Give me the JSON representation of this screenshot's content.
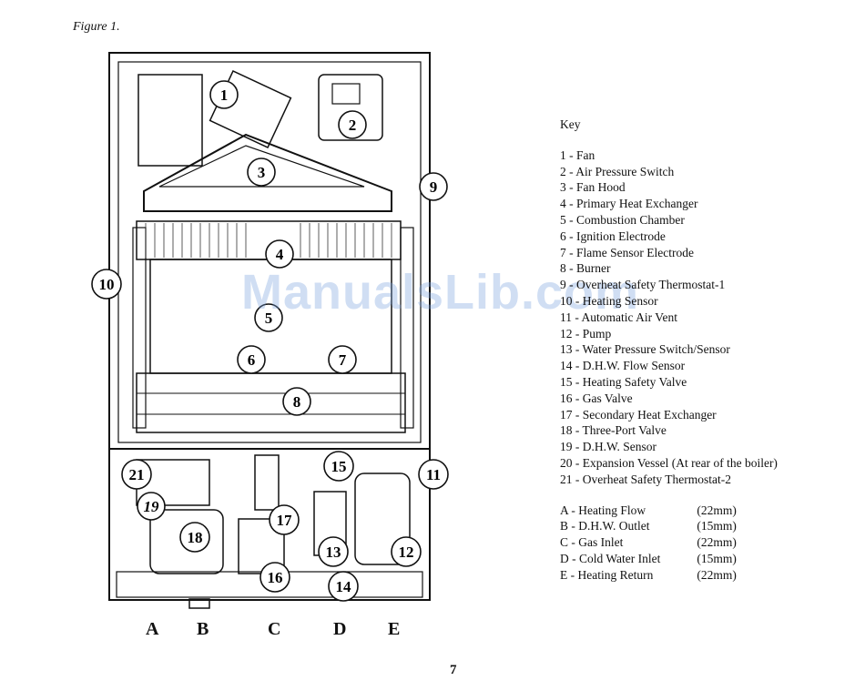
{
  "figure_title": "Figure 1.",
  "key": {
    "title": "Key",
    "items": [
      "1 - Fan",
      "2 - Air Pressure Switch",
      "3 - Fan Hood",
      "4 - Primary Heat Exchanger",
      "5 - Combustion Chamber",
      "6 - Ignition Electrode",
      "7 - Flame Sensor Electrode",
      "8 - Burner",
      "9 - Overheat Safety Thermostat-1",
      "10 - Heating Sensor",
      "11 - Automatic Air Vent",
      "12 - Pump",
      "13 - Water Pressure Switch/Sensor",
      "14 - D.H.W. Flow Sensor",
      "15 - Heating Safety Valve",
      "16 - Gas Valve",
      "17 - Secondary Heat Exchanger",
      "18 - Three-Port Valve",
      "19 - D.H.W. Sensor",
      "20 - Expansion Vessel (At rear of the boiler)",
      "21 - Overheat Safety Thermostat-2"
    ],
    "connections": [
      {
        "label": "A - Heating Flow",
        "size": "(22mm)"
      },
      {
        "label": "B - D.H.W. Outlet",
        "size": "(15mm)"
      },
      {
        "label": "C - Gas Inlet",
        "size": "(22mm)"
      },
      {
        "label": "D - Cold Water Inlet",
        "size": "(15mm)"
      },
      {
        "label": "E - Heating Return",
        "size": "(22mm)"
      }
    ]
  },
  "callouts": [
    "1",
    "2",
    "3",
    "4",
    "5",
    "6",
    "7",
    "8",
    "9",
    "10",
    "11",
    "12",
    "13",
    "14",
    "15",
    "16",
    "17",
    "18",
    "19",
    "21"
  ],
  "connection_letters": [
    "A",
    "B",
    "C",
    "D",
    "E"
  ],
  "watermark": "ManualsLib.com",
  "page_number": "7"
}
